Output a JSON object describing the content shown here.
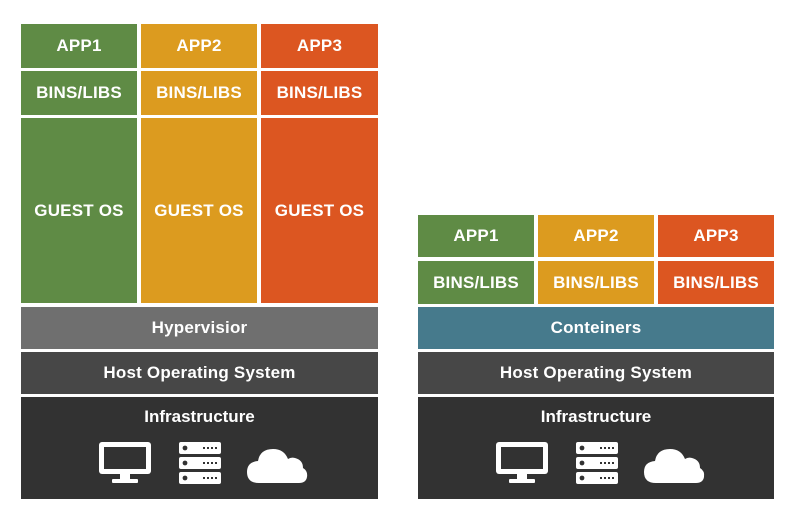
{
  "left": {
    "apps": [
      "APP1",
      "APP2",
      "APP3"
    ],
    "bins": [
      "BINS/LIBS",
      "BINS/LIBS",
      "BINS/LIBS"
    ],
    "guest_os": [
      "GUEST OS",
      "GUEST OS",
      "GUEST OS"
    ],
    "hypervisor": "Hypervisior",
    "host_os": "Host Operating System",
    "infrastructure": "Infrastructure"
  },
  "right": {
    "apps": [
      "APP1",
      "APP2",
      "APP3"
    ],
    "bins": [
      "BINS/LIBS",
      "BINS/LIBS",
      "BINS/LIBS"
    ],
    "containers": "Conteiners",
    "host_os": "Host Operating System",
    "infrastructure": "Infrastructure"
  },
  "colors": {
    "green": "#5f8b45",
    "orange": "#dc9b1f",
    "red": "#dc5621",
    "hypervisor": "#6f6f6f",
    "containers": "#467a8c",
    "host_os": "#474747",
    "infrastructure": "#323232"
  },
  "icons": [
    "monitor-icon",
    "server-icon",
    "cloud-icon"
  ]
}
